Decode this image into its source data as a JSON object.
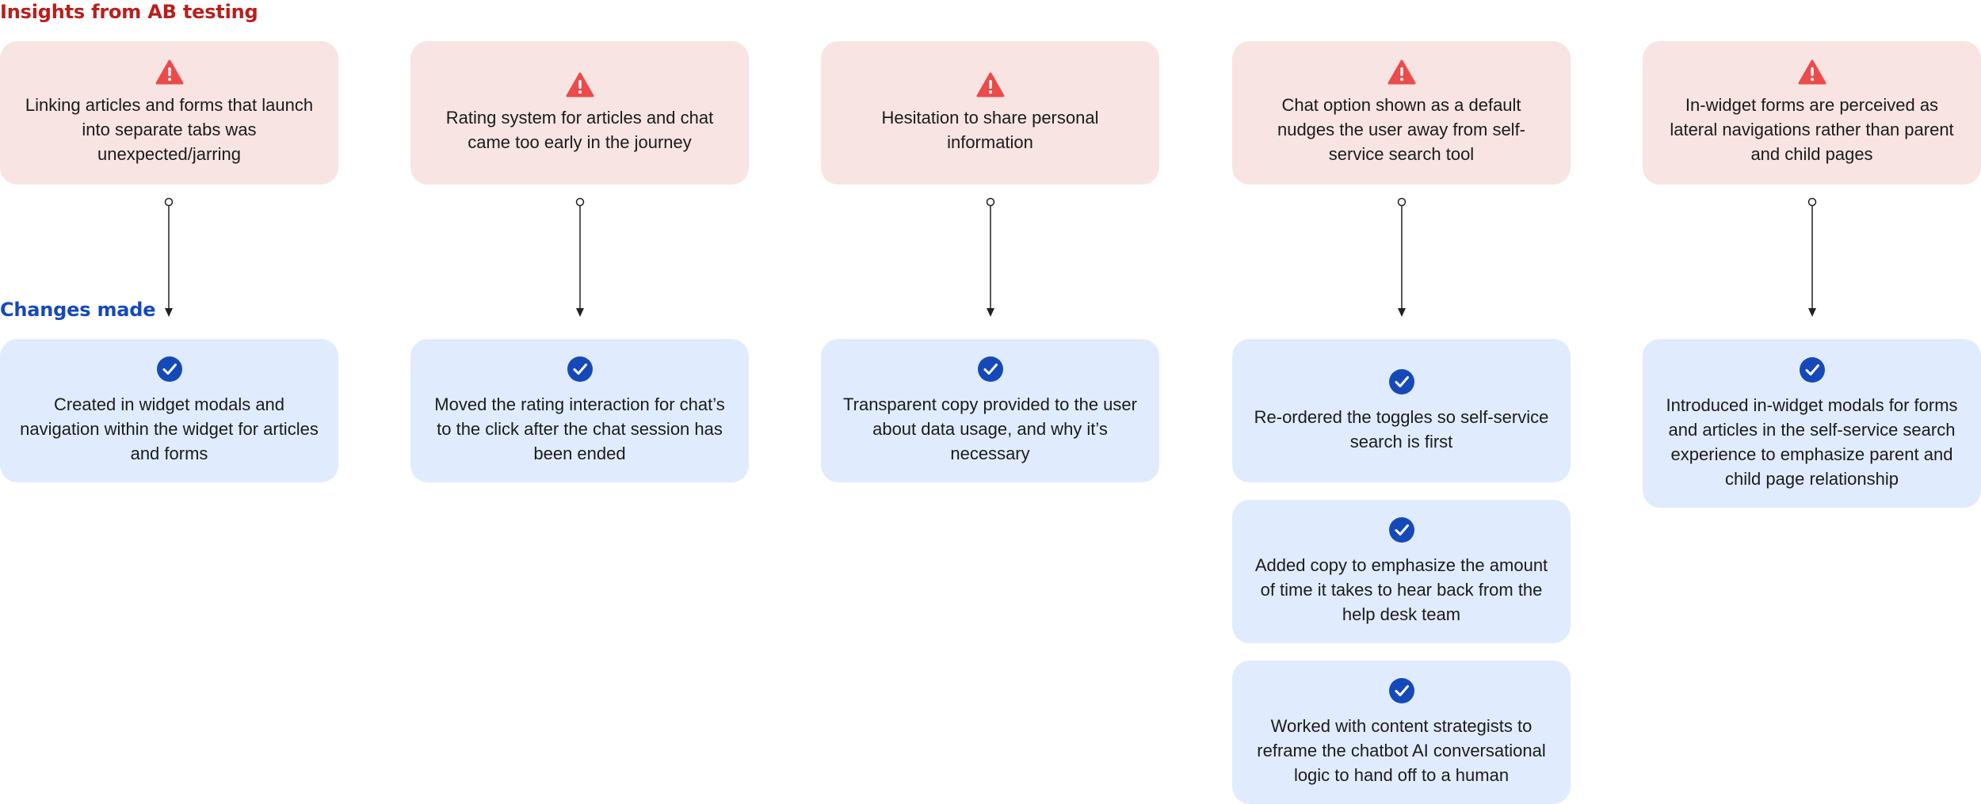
{
  "insights_title": "Insights from AB testing",
  "changes_title": "Changes made",
  "colors": {
    "insight_title": "#b8201c",
    "changes_title": "#1649b8",
    "insight_card": "#f7e4e3",
    "change_card": "#e0ecfd",
    "warning_icon": "#ec4b4b",
    "check_icon": "#1649b8"
  },
  "icons": {
    "insight": "warning-triangle-icon",
    "change": "checkmark-circle-icon"
  },
  "columns": [
    {
      "insight": "Linking articles and forms that launch into separate tabs was unexpected/jarring",
      "changes": [
        "Created in widget modals and navigation within the widget for articles and forms"
      ]
    },
    {
      "insight": "Rating system for articles and chat came too early in the journey",
      "changes": [
        "Moved the rating interaction for chat’s to the click after the chat session has been ended"
      ]
    },
    {
      "insight": "Hesitation to share personal information",
      "changes": [
        "Transparent copy provided to the user about data usage, and why it’s necessary"
      ]
    },
    {
      "insight": "Chat option shown as a default nudges the user away from self-service search tool",
      "changes": [
        "Re-ordered the toggles so self-service search is first",
        "Added copy to emphasize the amount of time it takes to hear back from the help desk team",
        "Worked with content strategists to reframe the chatbot AI conversational logic to hand off to a human"
      ]
    },
    {
      "insight": "In-widget forms are perceived as lateral navigations rather than parent and child pages",
      "changes": [
        "Introduced in-widget modals for forms and articles in the self-service search experience to emphasize parent and child page relationship"
      ]
    }
  ]
}
